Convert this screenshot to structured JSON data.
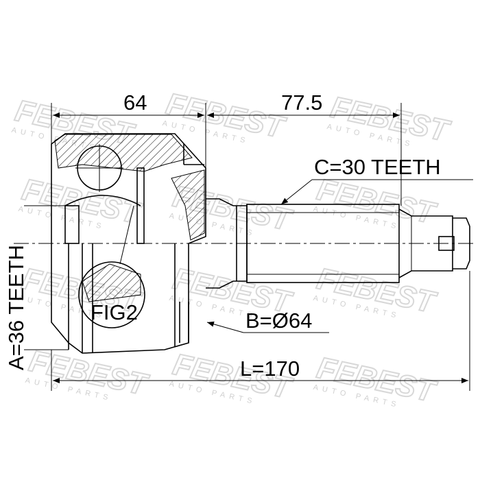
{
  "watermark": {
    "brand": "FEBEST",
    "sub": "AUTO PARTS"
  },
  "dimensions": {
    "outer_length": "64",
    "shaft_length": "77.5",
    "spline_c": "C=30 TEETH",
    "spline_a": "A=36 TEETH",
    "figure": "FIG2",
    "diameter_b": "B=Ø64",
    "total_length": "L=170"
  }
}
